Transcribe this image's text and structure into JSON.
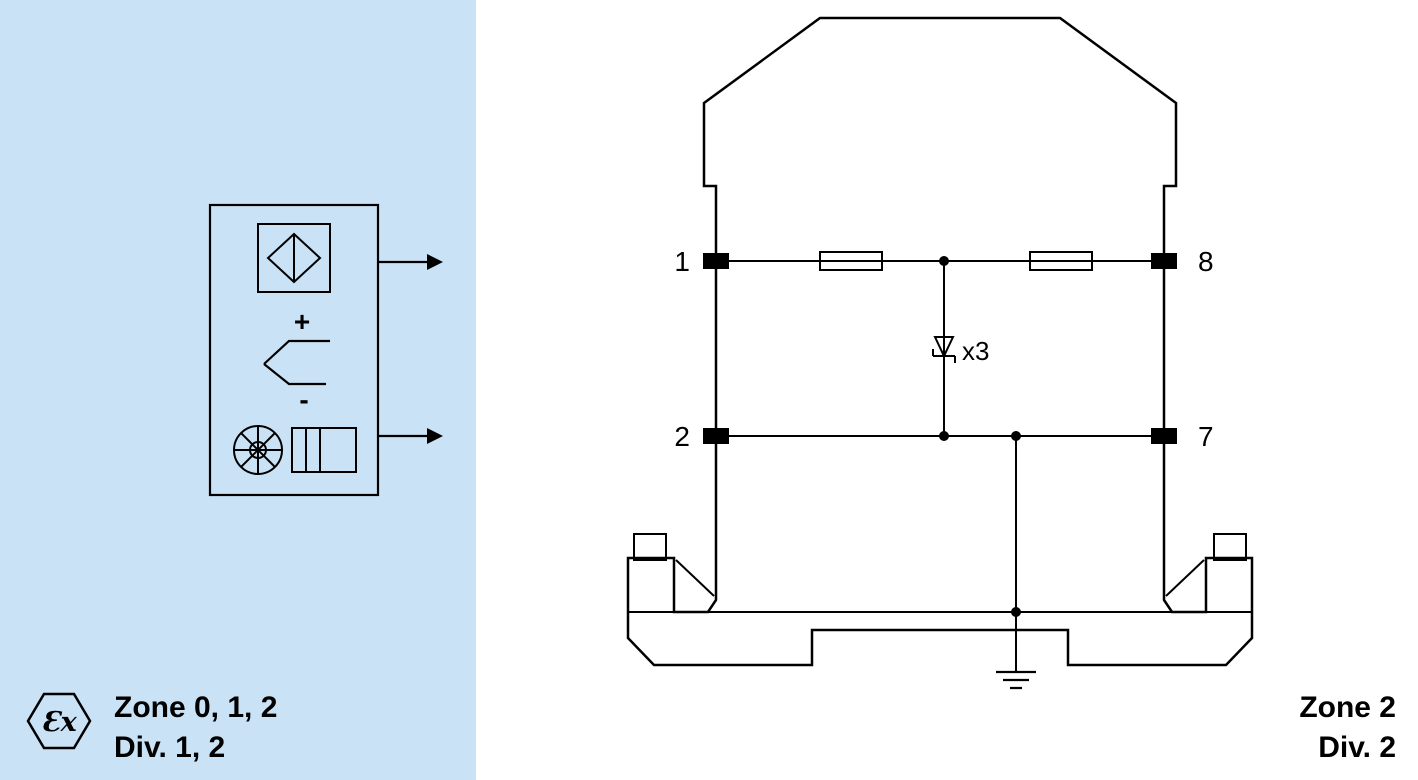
{
  "colors": {
    "hazardous_area_bg": "#c9e2f6",
    "device_fill": "#a9cfc2",
    "component_fill": "#ffffff",
    "line": "#000000"
  },
  "hazardous_area": {
    "zone_label": "Zone 0, 1, 2",
    "div_label": "Div. 1, 2",
    "ex_mark": "Ɛx",
    "sensor_plus": "+",
    "sensor_minus": "-",
    "symbols": [
      "proximity-sensor",
      "thermocouple",
      "ip-converter"
    ]
  },
  "safe_area": {
    "zone_label": "Zone 2",
    "div_label": "Div. 2"
  },
  "device": {
    "terminal_labels": [
      "1",
      "8",
      "2",
      "7"
    ],
    "diode_label": "x3"
  }
}
